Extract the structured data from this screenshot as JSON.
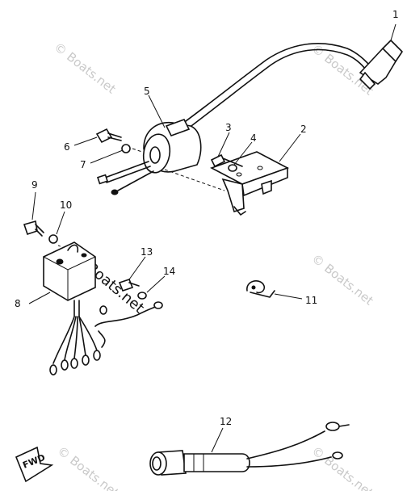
{
  "watermark": "© Boats.net",
  "fwd_label": "FWD",
  "callouts": [
    "1",
    "2",
    "3",
    "4",
    "5",
    "6",
    "7",
    "8",
    "9",
    "10",
    "11",
    "12",
    "13",
    "14"
  ]
}
